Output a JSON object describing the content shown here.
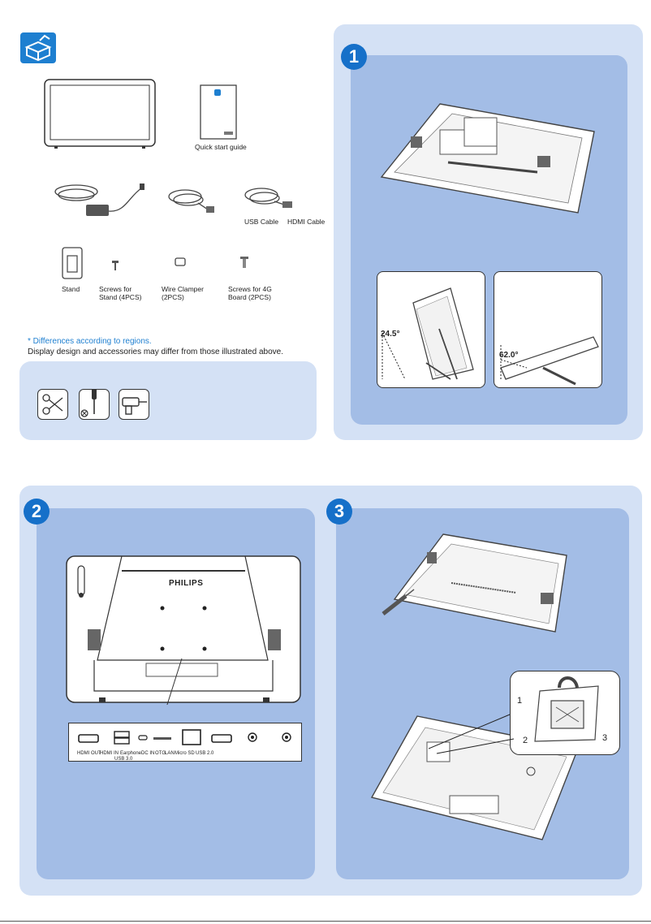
{
  "box": {
    "icon": "package-contents-icon"
  },
  "accessories": {
    "quick_start": "Quick start guide",
    "usb_cable": "USB Cable",
    "hdmi_cable": "HDMI Cable",
    "stand": "Stand",
    "screws_stand_line1": "Screws for",
    "screws_stand_line2": "Stand (4PCS)",
    "wire_clamper_line1": "Wire Clamper",
    "wire_clamper_line2": "(2PCS)",
    "screws_4g_line1": "Screws for 4G",
    "screws_4g_line2": "Board (2PCS)"
  },
  "notes": {
    "regions": "* Differences according to regions.",
    "design": "Display design and accessories may differ from those illustrated above."
  },
  "tools": [
    "scissors-icon",
    "screwdriver-icon",
    "drill-icon"
  ],
  "steps": {
    "s1": "1",
    "s2": "2",
    "s3": "3"
  },
  "angles": {
    "a1": "24.5°",
    "a2": "62.0°"
  },
  "brand": "PHILIPS",
  "ports": {
    "labels": [
      "HDMI OUT",
      "HDMI IN",
      "Earphone",
      "DC IN",
      "OTG",
      "LAN",
      "Micro SD",
      "USB 2.0"
    ],
    "usb3": "USB 3.0"
  },
  "callouts": {
    "c1": "1",
    "c2": "2",
    "c3": "3"
  },
  "colors": {
    "accent": "#1670c9",
    "panel_outer": "#d4e1f5",
    "panel_inner": "#a3bde6"
  }
}
